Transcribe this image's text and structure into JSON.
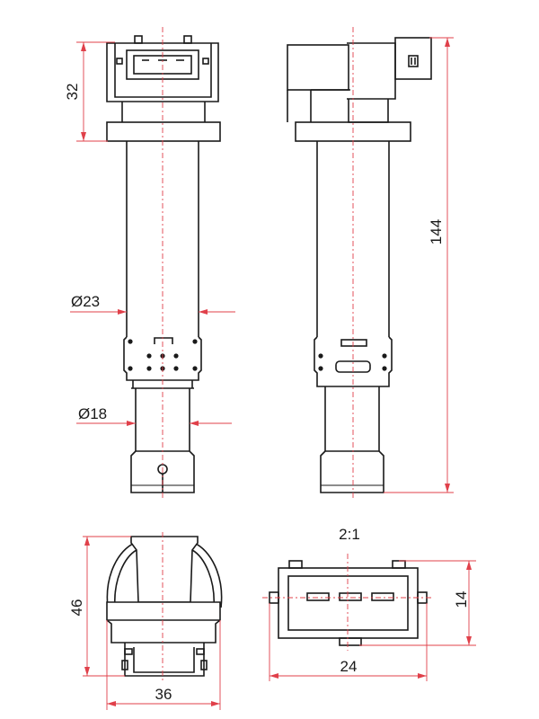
{
  "drawing": {
    "dimensions": {
      "connector_height": "32",
      "total_length": "144",
      "diameter_upper": "Ø23",
      "diameter_lower": "Ø18",
      "height_end_view": "46",
      "width_end_view": "36",
      "scale": "2:1",
      "connector_height_detail": "14",
      "connector_width_detail": "24"
    }
  }
}
